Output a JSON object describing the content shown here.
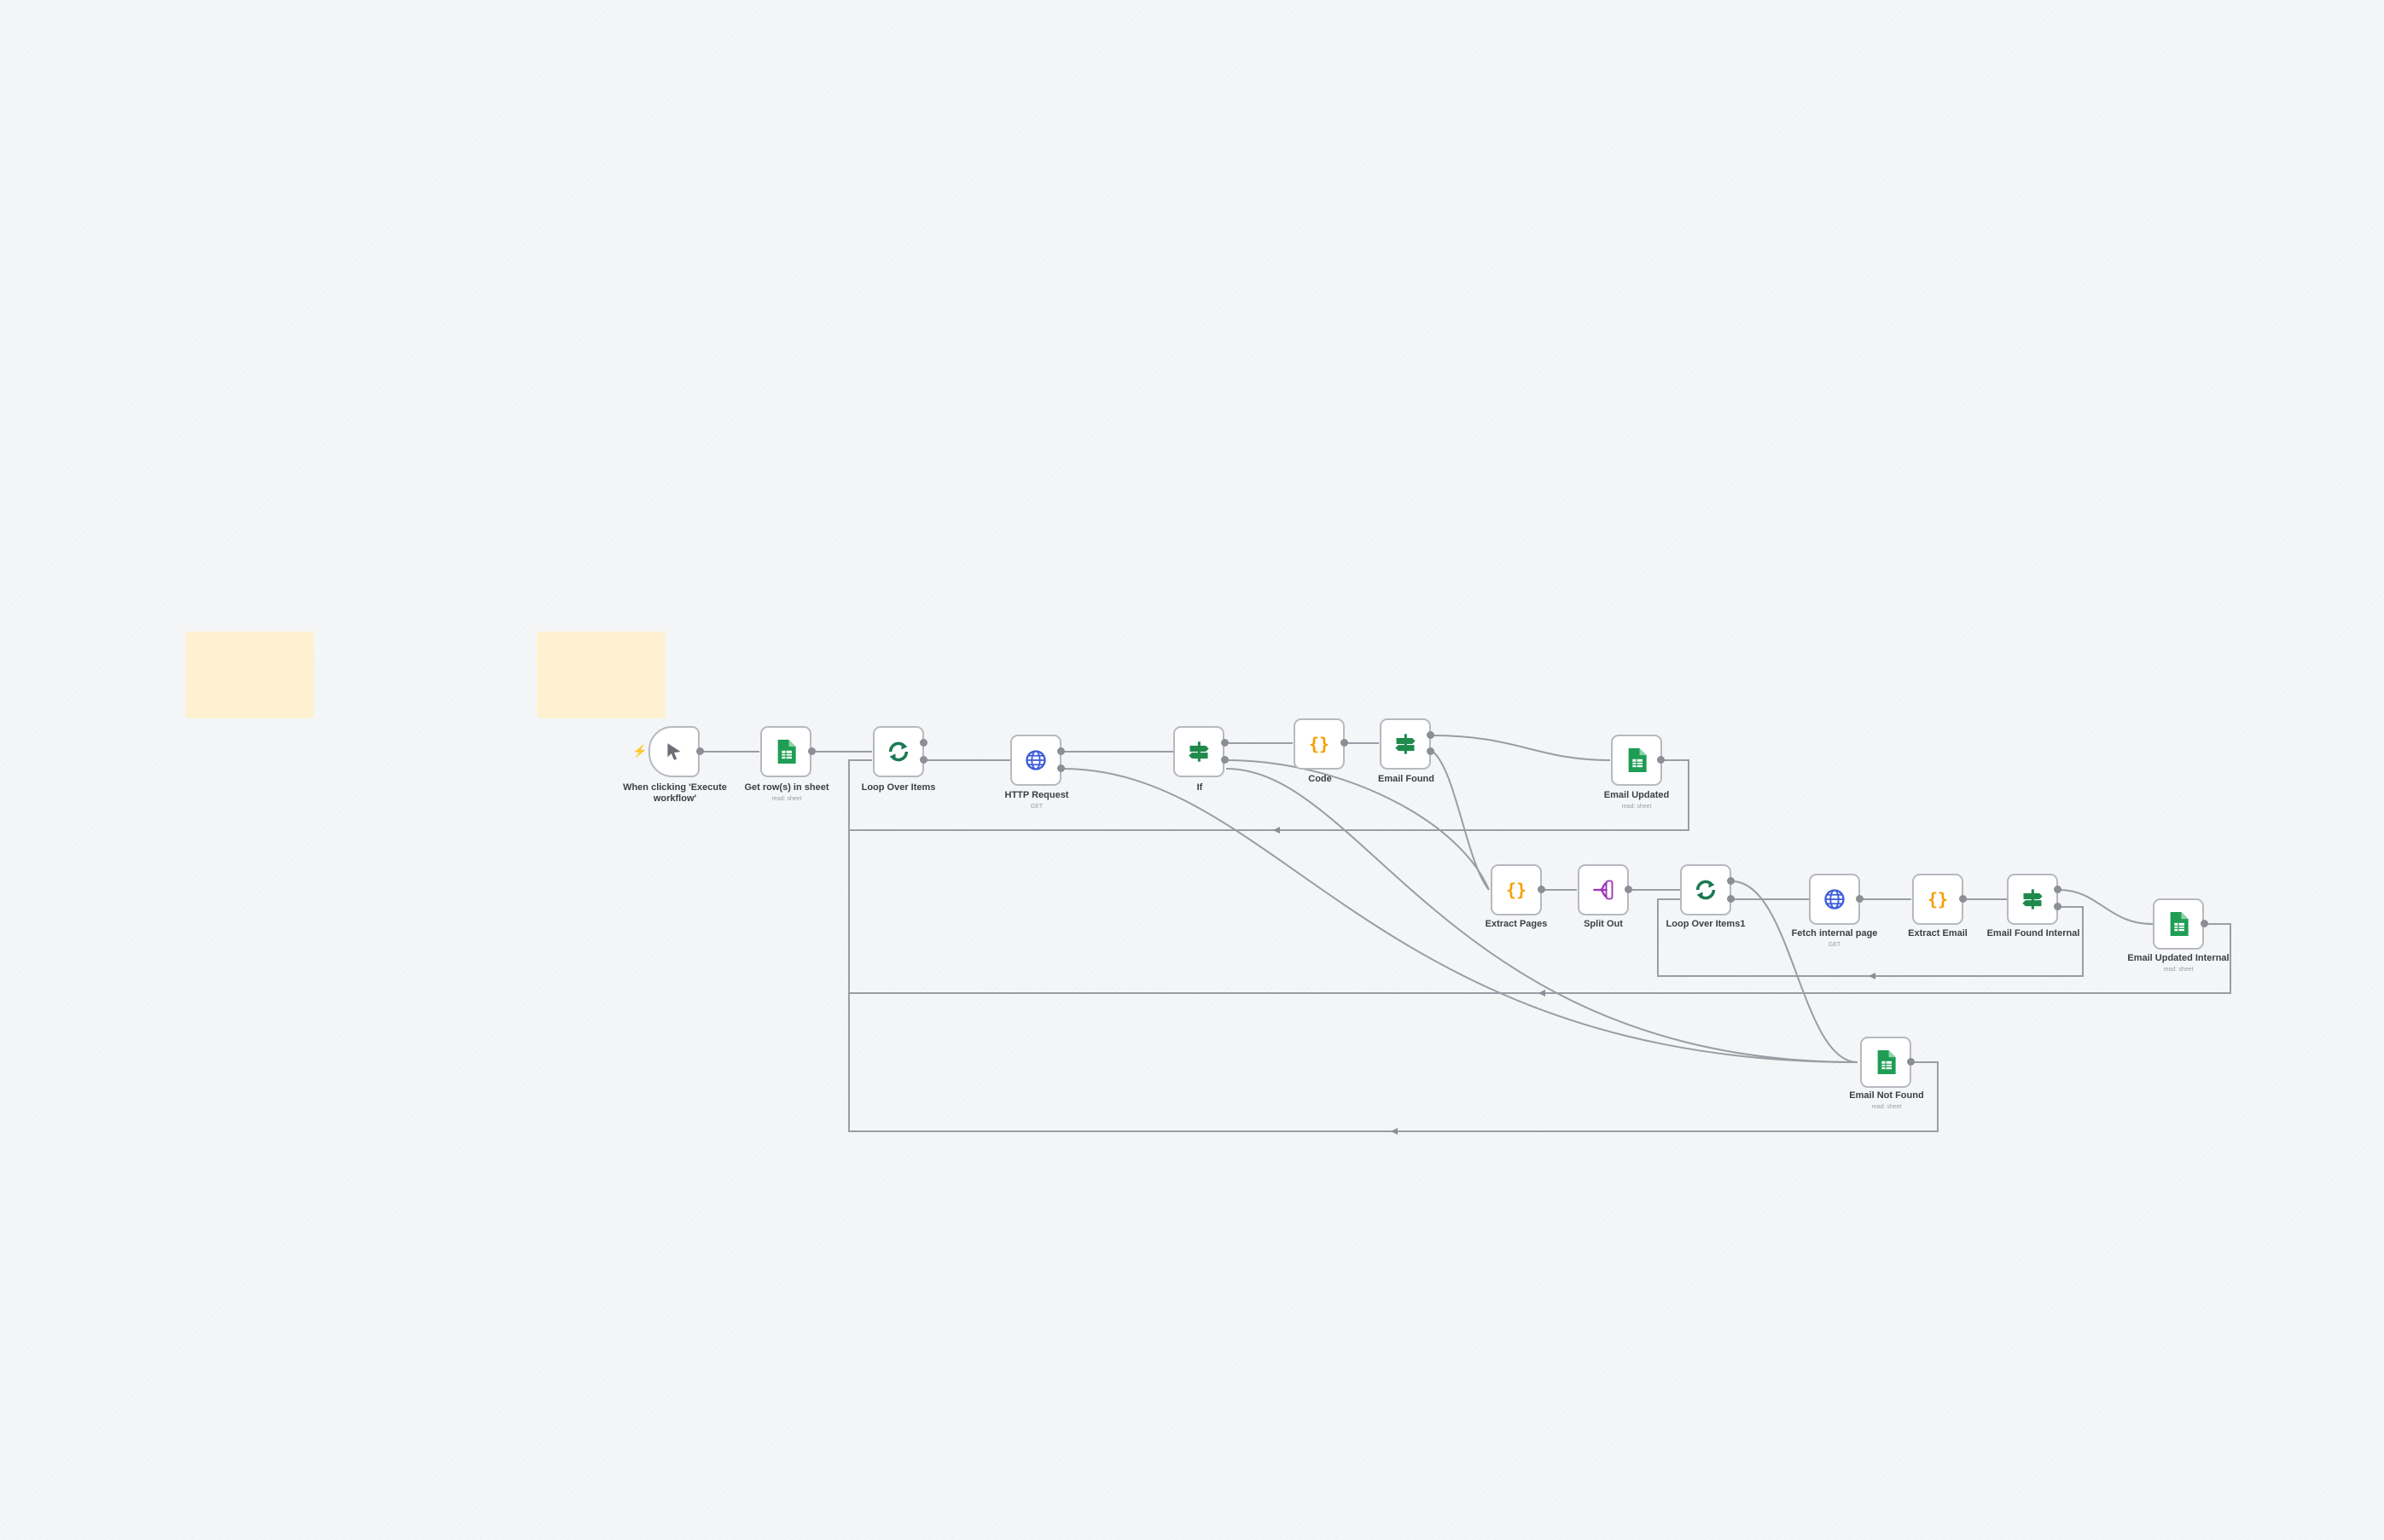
{
  "canvas": {
    "background": "#f5f6f8",
    "sticky_color": "#fdf1d2",
    "edge_color": "#9a9da3"
  },
  "stickies": [
    {
      "id": "sticky-1"
    },
    {
      "id": "sticky-2"
    }
  ],
  "nodes": {
    "trigger": {
      "label": "When clicking 'Execute workflow'",
      "icon": "cursor-icon"
    },
    "get_rows": {
      "label": "Get row(s) in sheet",
      "sublabel": "read: sheet",
      "icon": "google-sheets-icon"
    },
    "loop1": {
      "label": "Loop Over Items",
      "icon": "loop-icon"
    },
    "http": {
      "label": "HTTP Request",
      "sublabel": "GET",
      "icon": "globe-icon"
    },
    "if1": {
      "label": "If",
      "icon": "if-icon"
    },
    "code": {
      "label": "Code",
      "icon": "code-icon"
    },
    "email_found": {
      "label": "Email Found",
      "icon": "if-icon"
    },
    "email_updated": {
      "label": "Email Updated",
      "sublabel": "read: sheet",
      "icon": "google-sheets-icon"
    },
    "extract_pages": {
      "label": "Extract Pages",
      "icon": "code-icon"
    },
    "split_out": {
      "label": "Split Out",
      "icon": "split-out-icon"
    },
    "loop2": {
      "label": "Loop Over Items1",
      "icon": "loop-icon"
    },
    "fetch": {
      "label": "Fetch internal page",
      "sublabel": "GET",
      "icon": "globe-icon"
    },
    "extract_email": {
      "label": "Extract Email",
      "icon": "code-icon"
    },
    "email_found_internal": {
      "label": "Email Found Internal",
      "icon": "if-icon"
    },
    "email_updated_internal": {
      "label": "Email Updated Internal",
      "sublabel": "read: sheet",
      "icon": "google-sheets-icon"
    },
    "email_not_found": {
      "label": "Email Not Found",
      "sublabel": "read: sheet",
      "icon": "google-sheets-icon"
    }
  },
  "icon_colors": {
    "sheets": "#1f9d55",
    "loop": "#1b7a53",
    "http": "#3b5bdb",
    "if": "#1f8a4c",
    "code": "#f59f00",
    "split": "#9c36b5",
    "cursor": "#6b6e75",
    "trigger_mark": "#ff6d5a"
  }
}
